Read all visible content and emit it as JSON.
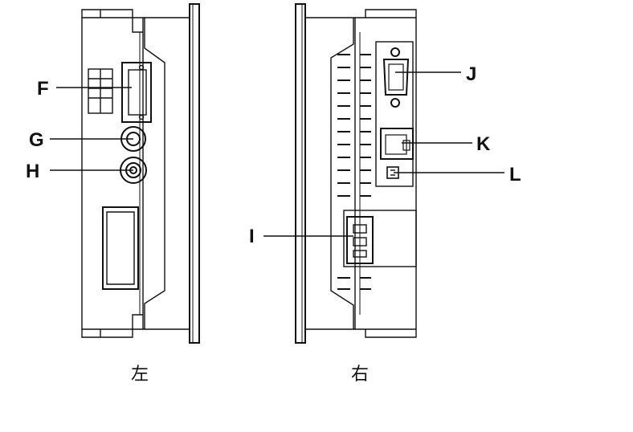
{
  "callouts": {
    "F": "F",
    "G": "G",
    "H": "H",
    "I": "I",
    "J": "J",
    "K": "K",
    "L": "L"
  },
  "captions": {
    "left": "左",
    "right": "右"
  }
}
